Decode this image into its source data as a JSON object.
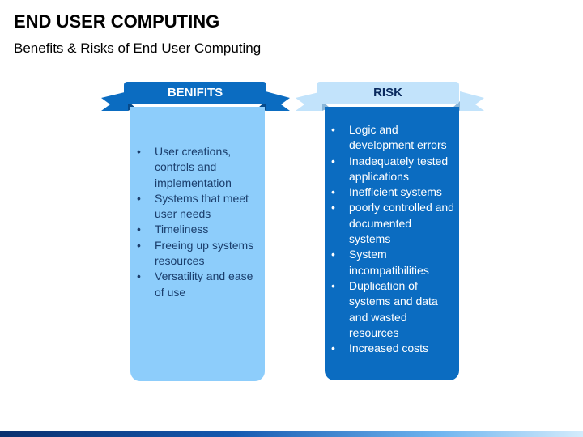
{
  "title": "END USER COMPUTING",
  "subtitle": "Benefits & Risks of End User Computing",
  "columns": [
    {
      "heading": "BENIFITS",
      "items": [
        "User creations, controls and implementation",
        "Systems that meet user needs",
        "Timeliness",
        "Freeing up systems resources",
        "Versatility and ease of use"
      ]
    },
    {
      "heading": "RISK",
      "items": [
        "Logic and development errors",
        "Inadequately tested applications",
        "Inefficient systems",
        "poorly controlled and documented systems",
        "System incompatibilities",
        "Duplication of systems and data and wasted resources",
        "Increased costs"
      ]
    }
  ],
  "colors": {
    "benefits_banner": "#0b6cc1",
    "benefits_panel": "#8dcdfb",
    "risk_banner": "#c2e3fb",
    "risk_panel": "#0b6cc1"
  }
}
